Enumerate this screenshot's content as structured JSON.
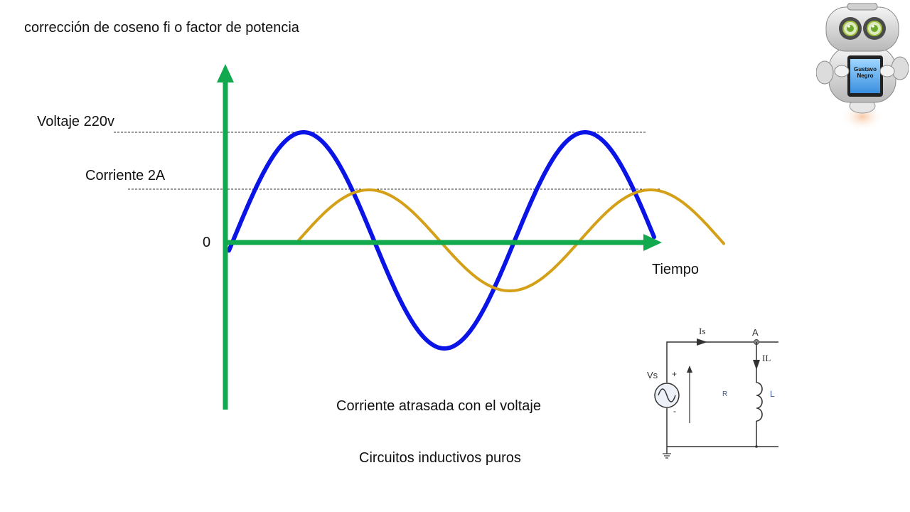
{
  "slide": {
    "title": "corrección de coseno fi o factor de potencia",
    "caption_lag": "Corriente atrasada  con el voltaje",
    "caption_circuit": "Circuitos inductivos puros"
  },
  "graph": {
    "voltage_label": "Voltaje 220v",
    "current_label": "Corriente 2A",
    "zero_label": "0",
    "time_label": "Tiempo",
    "colors": {
      "axes": "#12A84E",
      "voltage": "#0A14E6",
      "current": "#D4A017",
      "reference_line": "#333333"
    }
  },
  "circuit": {
    "source_label": "Vs",
    "source_plus": "+",
    "source_minus": "-",
    "current_source_label": "Is",
    "node_label": "A",
    "inductor_current_label": "IL",
    "resistor_label": "R",
    "inductor_label": "L"
  },
  "mascot": {
    "name_line1": "Gustavo",
    "name_line2": "Negro"
  }
}
